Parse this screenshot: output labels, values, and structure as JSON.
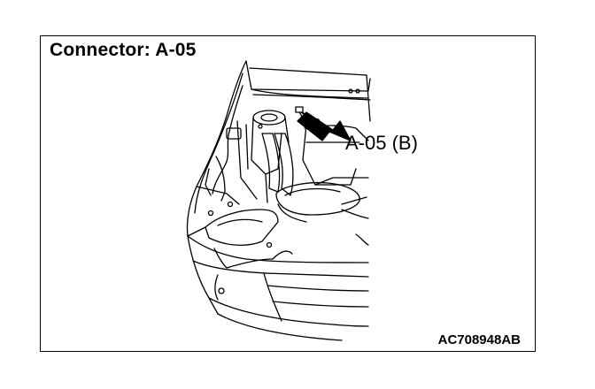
{
  "title": "Connector: A-05",
  "callout_label": "A-05 (B)",
  "figure_id": "AC708948AB",
  "colors": {
    "line": "#000000",
    "background": "#ffffff"
  }
}
